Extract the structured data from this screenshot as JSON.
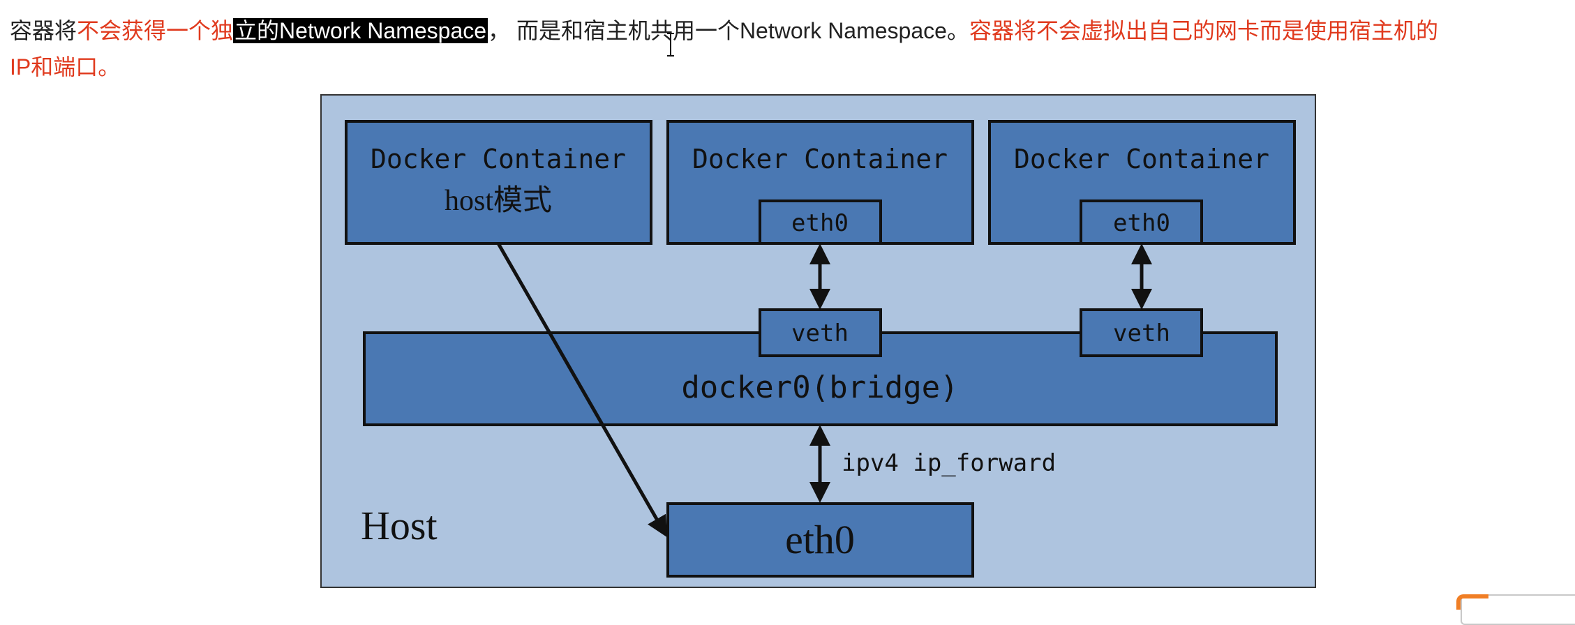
{
  "paragraph": {
    "line1": {
      "seg1": "容器将",
      "seg2": "不会获得一个独",
      "seg3_highlight": "立的Network Namespace",
      "seg4": "，  而是和宿主机共用一个Network Namespace。",
      "seg5": "容器将不会虚拟出自己的网卡而是使用宿主机的"
    },
    "line2": {
      "seg1": "IP和端口。"
    }
  },
  "diagram": {
    "container_title": "Docker Container",
    "host_mode_label": "host模式",
    "eth0_label": "eth0",
    "veth_label": "veth",
    "bridge_label": "docker0(bridge)",
    "ip_forward_label": "ipv4 ip_forward",
    "host_label": "Host",
    "host_eth0_label": "eth0"
  },
  "colors": {
    "red_text": "#e03a1e",
    "figure_bg": "#aec4df",
    "box_fill": "#4a78b3"
  },
  "icons": {
    "cursor": "text-cursor-ibeam-icon",
    "corner": "floating-widget-icon"
  }
}
